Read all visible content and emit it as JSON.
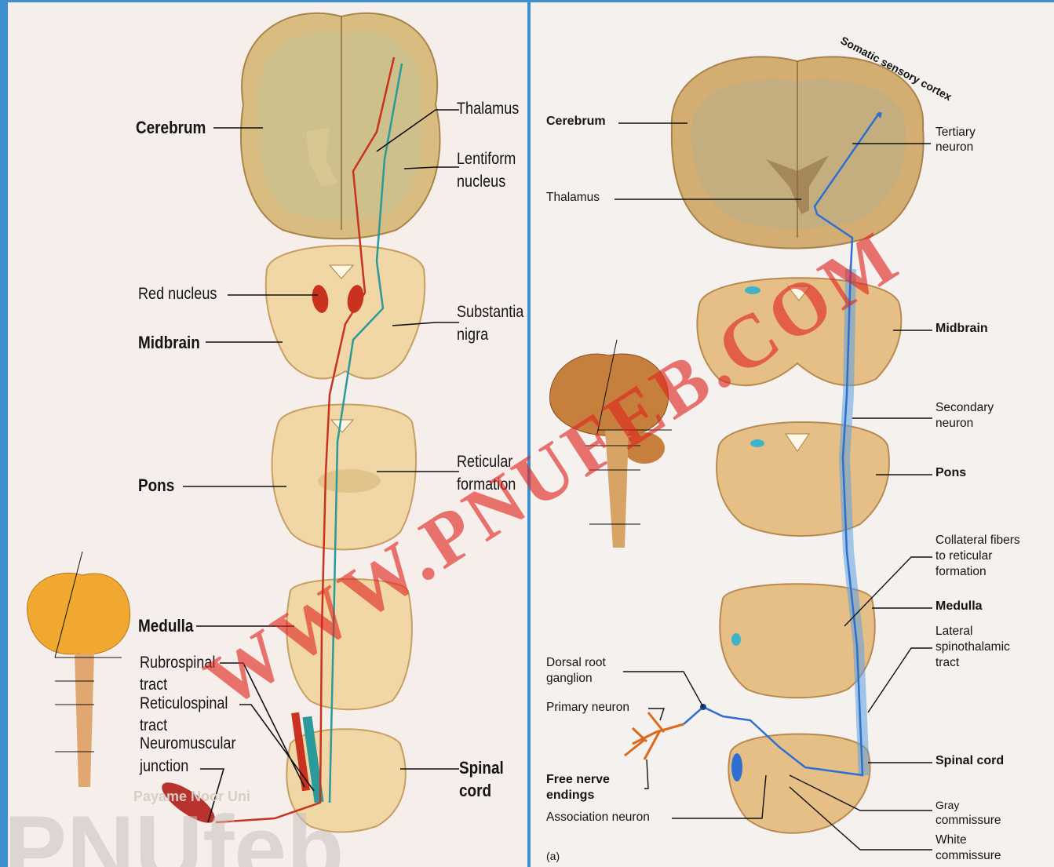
{
  "left": {
    "labels": {
      "cerebrum": "Cerebrum",
      "thalamus": "Thalamus",
      "lentiform_1": "Lentiform",
      "lentiform_2": "nucleus",
      "red_nucleus": "Red nucleus",
      "midbrain": "Midbrain",
      "substantia_1": "Substantia",
      "substantia_2": "nigra",
      "pons": "Pons",
      "reticular_1": "Reticular",
      "reticular_2": "formation",
      "medulla": "Medulla",
      "rubrospinal_1": "Rubrospinal",
      "rubrospinal_2": "tract",
      "reticulospinal_1": "Reticulospinal",
      "reticulospinal_2": "tract",
      "nmj_1": "Neuromuscular",
      "nmj_2": "junction",
      "spinal_1": "Spinal",
      "spinal_2": "cord"
    },
    "logo_text": "PNUfeb",
    "faint_text": "Payame Noor Uni"
  },
  "right": {
    "labels": {
      "somatic_sensory_cortex": "Somatic sensory cortex",
      "cerebrum": "Cerebrum",
      "tertiary_1": "Tertiary",
      "tertiary_2": "neuron",
      "thalamus": "Thalamus",
      "midbrain": "Midbrain",
      "secondary_1": "Secondary",
      "secondary_2": "neuron",
      "pons": "Pons",
      "collateral_1": "Collateral fibers",
      "collateral_2": "to reticular",
      "collateral_3": "formation",
      "medulla": "Medulla",
      "lateral_1": "Lateral",
      "lateral_2": "spinothalamic",
      "lateral_3": "tract",
      "drg_1": "Dorsal root",
      "drg_2": "ganglion",
      "primary_neuron": "Primary neuron",
      "free_1": "Free nerve",
      "free_2": "endings",
      "association_neuron": "Association neuron",
      "spinal_cord": "Spinal cord",
      "gray_1": "Gray",
      "gray_2": "commissure",
      "white_1": "White",
      "white_2": "commissure",
      "panel_a": "(a)"
    }
  },
  "watermark": "WWW.PNUFEB.COM",
  "colors": {
    "frame": "#3d8fd0",
    "tissue": "#f2d7a6",
    "cortex": "#d6b77c",
    "motor_red": "#c8321e",
    "motor_teal": "#2a9a9a",
    "sensory_blue": "#2f6fd0",
    "watermark": "#e0261e"
  }
}
